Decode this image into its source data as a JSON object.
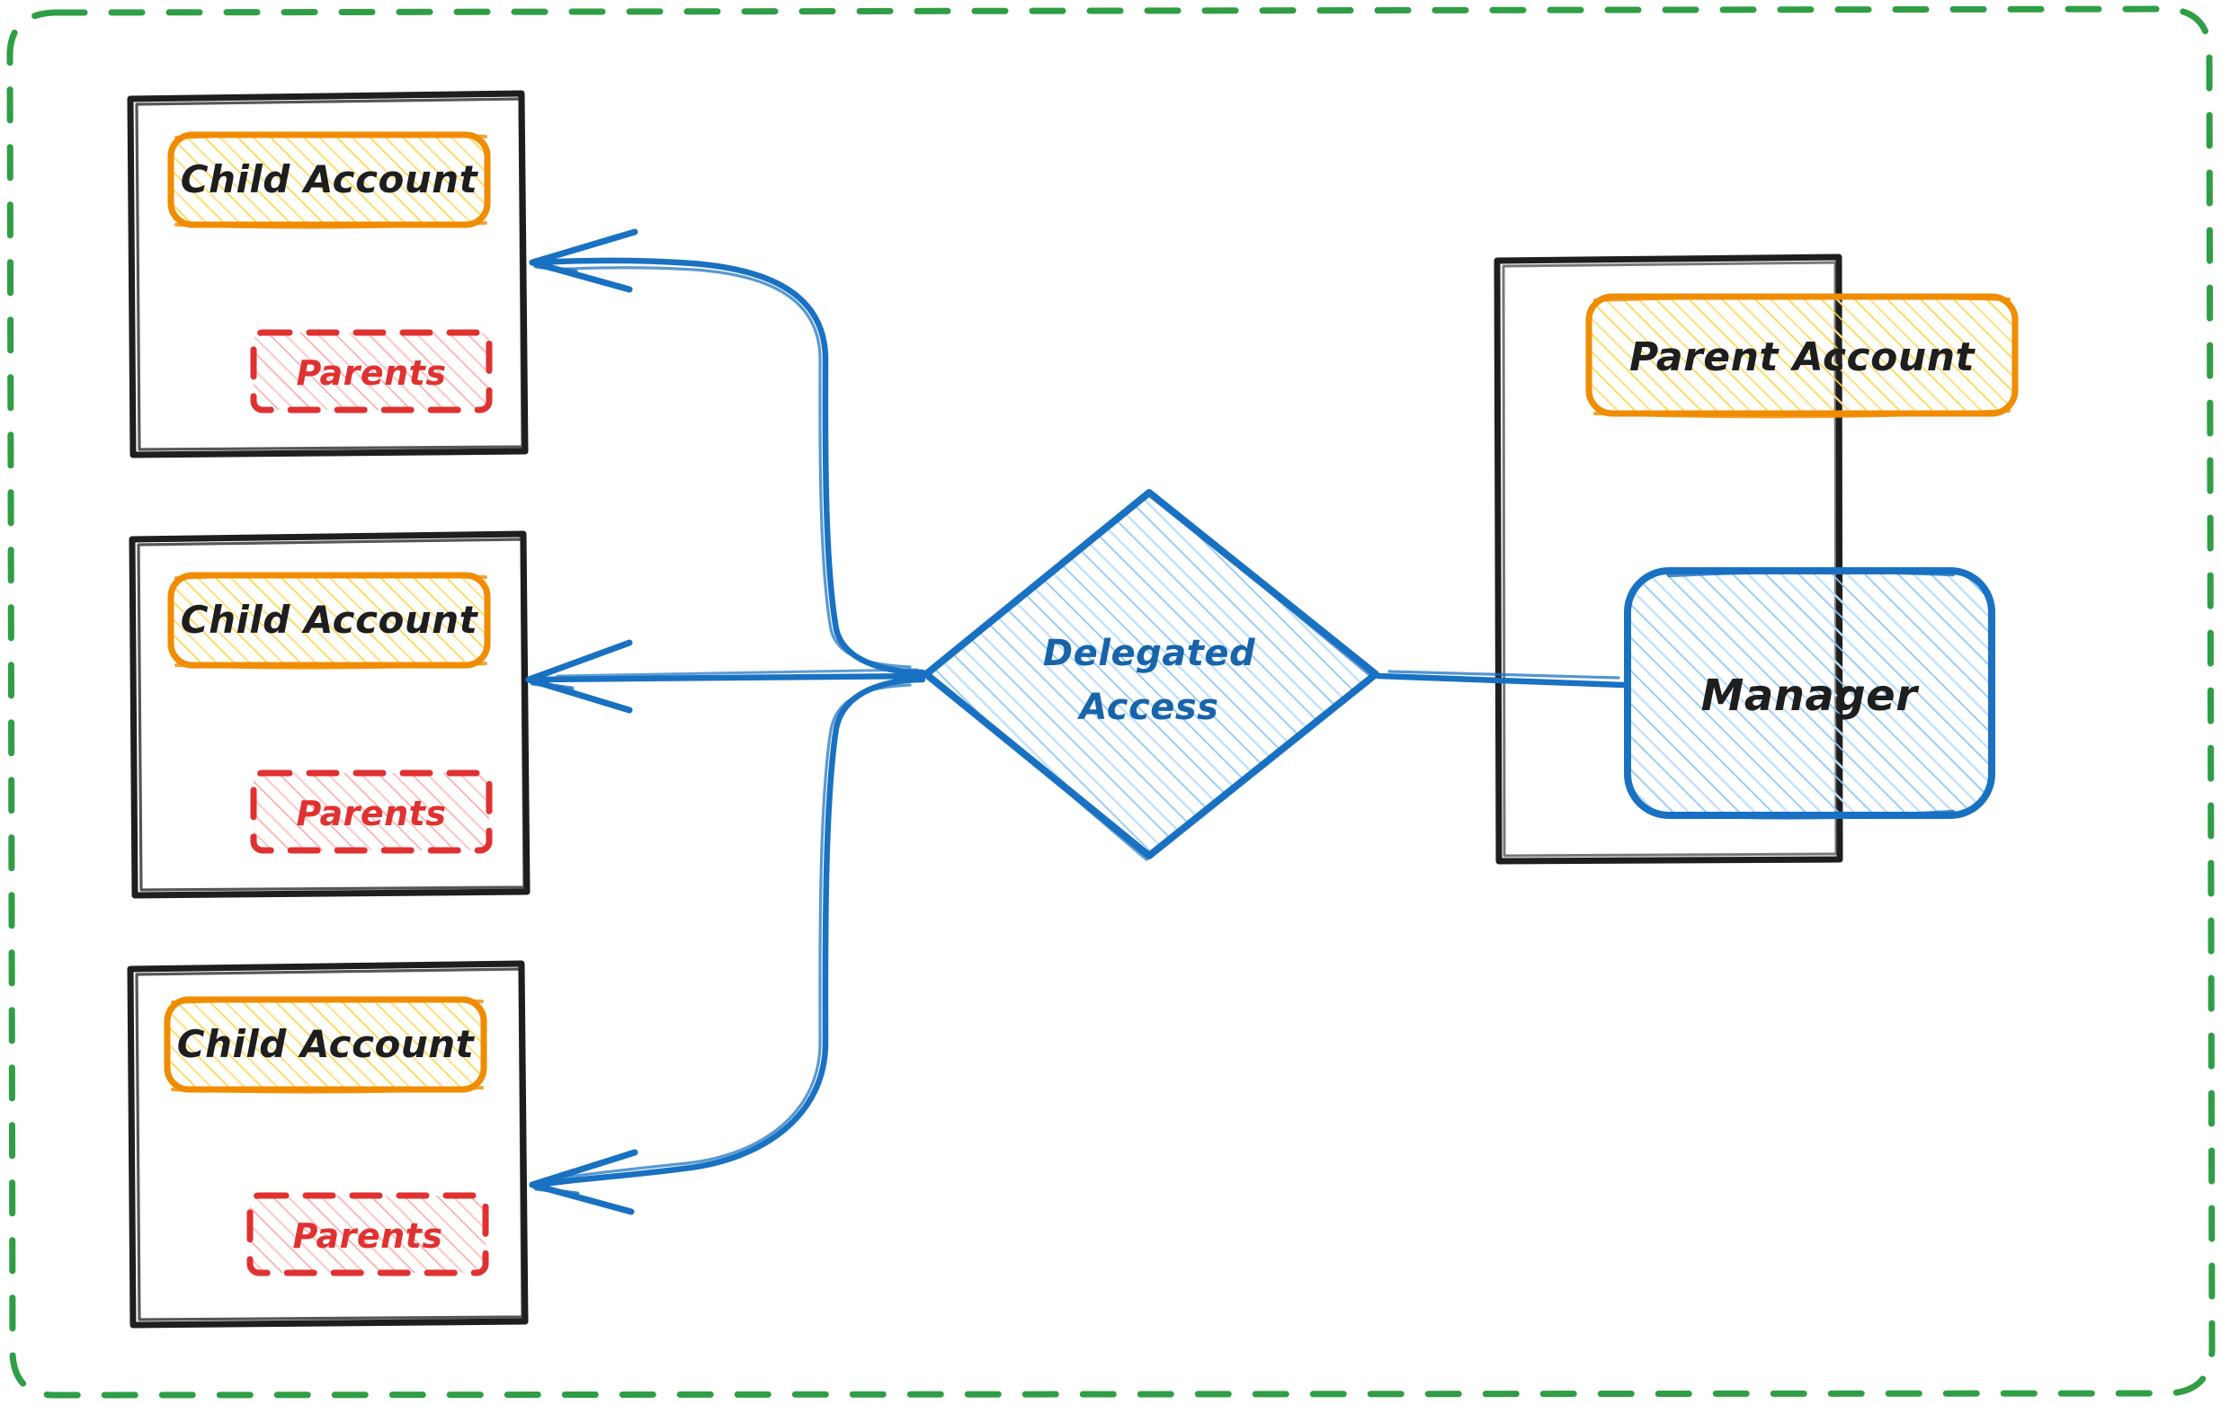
{
  "diagram": {
    "title": "Delegated Access between Parent and Child Accounts",
    "style": "hand-drawn",
    "background": "#ffffff",
    "colors": {
      "outer_boundary": "#2f9e44",
      "account_frame": "#1e1e1e",
      "account_label_stroke": "#f08c00",
      "account_label_fill": "#ffec99",
      "parents_stroke": "#e03131",
      "parents_fill": "#ffc9c9",
      "delegated_stroke": "#1971c2",
      "delegated_fill": "#a5d8ff",
      "manager_stroke": "#1971c2",
      "manager_fill": "#a5d8ff",
      "arrow": "#1971c2",
      "text_dark": "#1e1e1e",
      "text_blue": "#1864ab",
      "text_red": "#e03131"
    },
    "outer_boundary": {
      "name": "organization-boundary",
      "stroke_style": "dashed",
      "shape": "rounded-rectangle"
    },
    "child_accounts": [
      {
        "id": "child-account-1",
        "label": "Child Account",
        "parents_label": "Parents"
      },
      {
        "id": "child-account-2",
        "label": "Child Account",
        "parents_label": "Parents"
      },
      {
        "id": "child-account-3",
        "label": "Child Account",
        "parents_label": "Parents"
      }
    ],
    "delegated_access": {
      "id": "delegated-access-node",
      "shape": "diamond",
      "line1": "Delegated",
      "line2": "Access"
    },
    "parent_account": {
      "id": "parent-account-container",
      "label": "Parent Account",
      "manager_label": "Manager"
    },
    "connections": [
      {
        "from": "delegated-access-node",
        "to": "child-account-1",
        "type": "curved-arrow",
        "direction": "left"
      },
      {
        "from": "delegated-access-node",
        "to": "child-account-2",
        "type": "straight-arrow",
        "direction": "left"
      },
      {
        "from": "delegated-access-node",
        "to": "child-account-3",
        "type": "curved-arrow",
        "direction": "left"
      },
      {
        "from": "manager",
        "to": "delegated-access-node",
        "type": "line",
        "direction": "left"
      }
    ]
  }
}
